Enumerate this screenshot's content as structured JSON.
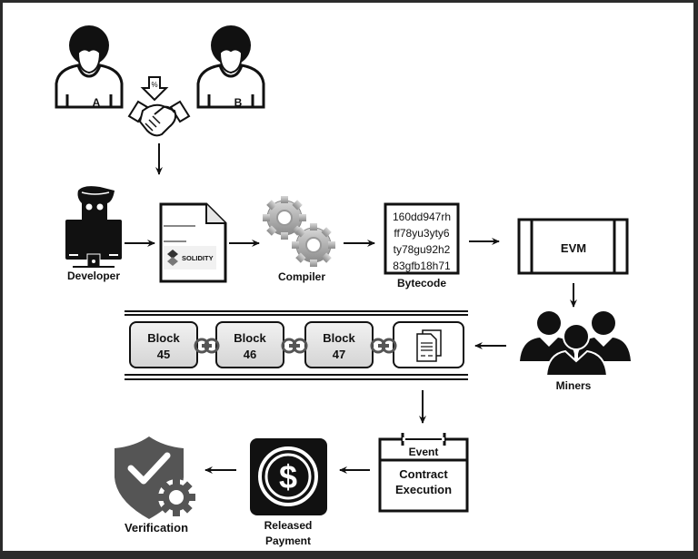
{
  "title": "Smart contract workflow on blockchain",
  "parties": {
    "a_label": "A",
    "b_label": "B",
    "agreement_symbol": "%"
  },
  "nodes": {
    "developer": "Developer",
    "solidity": "SOLIDITY",
    "compiler": "Compiler",
    "bytecode_label": "Bytecode",
    "bytecode_lines": [
      "160dd947rh",
      "ff78yu3yty6",
      "ty78gu92h2",
      "83gfb18h71"
    ],
    "evm": "EVM",
    "miners": "Miners",
    "event": "Event",
    "contract_execution_line1": "Contract",
    "contract_execution_line2": "Execution",
    "released_payment_line1": "Released",
    "released_payment_line2": "Payment",
    "verification": "Verification",
    "dollar_symbol": "$"
  },
  "blockchain": {
    "blocks": [
      {
        "label": "Block",
        "number": "45"
      },
      {
        "label": "Block",
        "number": "46"
      },
      {
        "label": "Block",
        "number": "47"
      }
    ]
  },
  "colors": {
    "stroke": "#111111",
    "block_fill": "#e2e2e2",
    "chain_link": "#555555",
    "gear_gray": "#9a9a9a",
    "shield_gray": "#555555",
    "frame": "#2b2b2b"
  }
}
